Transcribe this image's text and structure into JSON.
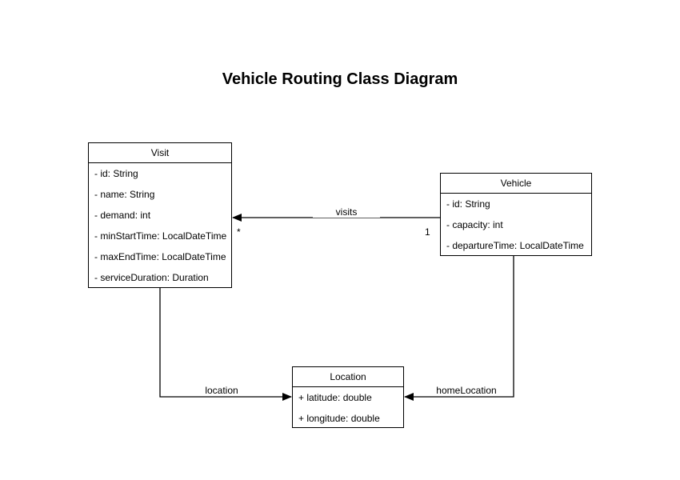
{
  "title": "Vehicle Routing Class Diagram",
  "classes": {
    "visit": {
      "name": "Visit",
      "attributes": [
        "- id: String",
        "- name: String",
        "- demand: int",
        "- minStartTime: LocalDateTime",
        "- maxEndTime: LocalDateTime",
        "- serviceDuration: Duration"
      ]
    },
    "vehicle": {
      "name": "Vehicle",
      "attributes": [
        "- id: String",
        "- capacity: int",
        "- departureTime: LocalDateTime"
      ]
    },
    "location": {
      "name": "Location",
      "attributes": [
        "+ latitude: double",
        "+ longitude: double"
      ]
    }
  },
  "edges": {
    "visits": {
      "label": "visits",
      "multiplicity_at_visit": "*",
      "multiplicity_at_vehicle": "1"
    },
    "location": {
      "label": "location"
    },
    "home_location": {
      "label": "homeLocation"
    }
  },
  "colors": {
    "stroke": "#000000",
    "shape_fill": "#ffffff",
    "text": "#000000",
    "background": "#ffffff"
  }
}
